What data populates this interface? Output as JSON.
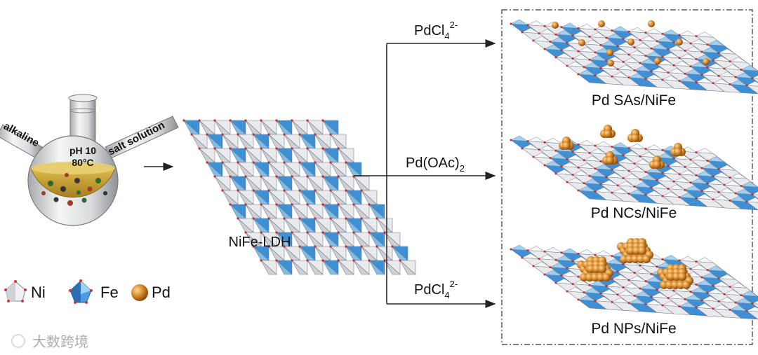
{
  "flask": {
    "left_neck_label": "alkaline",
    "right_neck_label": "salt solution",
    "condition_line1": "pH 10",
    "condition_line2": "80°C"
  },
  "intermediate": {
    "label": "NiFe-LDH"
  },
  "routes": [
    {
      "reagent_main": "PdCl",
      "reagent_sub": "4",
      "reagent_sup": "2-",
      "product": "Pd SAs/NiFe"
    },
    {
      "reagent_main": "Pd(OAc)",
      "reagent_sub": "2",
      "reagent_sup": "",
      "product": "Pd NCs/NiFe"
    },
    {
      "reagent_main": "PdCl",
      "reagent_sub": "4",
      "reagent_sup": "2-",
      "product": "Pd NPs/NiFe"
    }
  ],
  "legend": [
    {
      "symbol": "white-octahedron-icon",
      "label": "Ni"
    },
    {
      "symbol": "blue-octahedron-icon",
      "label": "Fe"
    },
    {
      "symbol": "orange-sphere-icon",
      "label": "Pd"
    }
  ],
  "watermark": "大数跨境",
  "colors": {
    "ni": "#e8eaee",
    "fe": "#3d8fd6",
    "pd": "#d88a2a",
    "salt_label": "#b00000",
    "arrow": "#222222",
    "solution": "#d6b13a"
  }
}
